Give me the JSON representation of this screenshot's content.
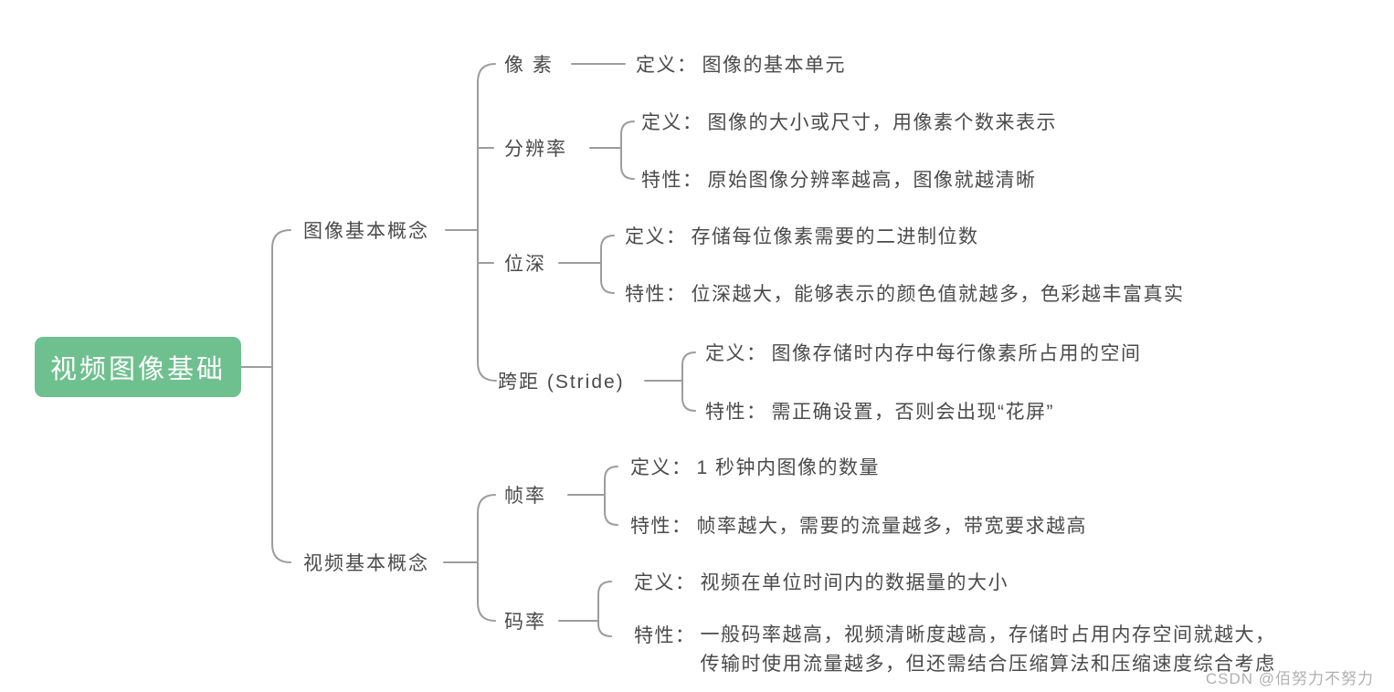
{
  "root": {
    "label": "视频图像基础"
  },
  "branches": [
    {
      "label": "图像基本概念",
      "children": [
        {
          "label": "像 素",
          "items": [
            {
              "k": "定义：",
              "v": "图像的基本单元"
            }
          ]
        },
        {
          "label": "分辨率",
          "items": [
            {
              "k": "定义：",
              "v": "图像的大小或尺寸，用像素个数来表示"
            },
            {
              "k": "特性：",
              "v": "原始图像分辨率越高，图像就越清晰"
            }
          ]
        },
        {
          "label": "位深",
          "items": [
            {
              "k": "定义：",
              "v": "存储每位像素需要的二进制位数"
            },
            {
              "k": "特性：",
              "v": "位深越大，能够表示的颜色值就越多，色彩越丰富真实"
            }
          ]
        },
        {
          "label": "跨距 (Stride)",
          "items": [
            {
              "k": "定义：",
              "v": "图像存储时内存中每行像素所占用的空间"
            },
            {
              "k": "特性：",
              "v": "需正确设置，否则会出现“花屏”"
            }
          ]
        }
      ]
    },
    {
      "label": "视频基本概念",
      "children": [
        {
          "label": "帧率",
          "items": [
            {
              "k": "定义：",
              "v": "1 秒钟内图像的数量"
            },
            {
              "k": "特性：",
              "v": "帧率越大，需要的流量越多，带宽要求越高"
            }
          ]
        },
        {
          "label": "码率",
          "items": [
            {
              "k": "定义：",
              "v": "视频在单位时间内的数据量的大小"
            },
            {
              "k": "特性：",
              "v": "一般码率越高，视频清晰度越高，存储时占用内存空间就越大，\n传输时使用流量越多，但还需结合压缩算法和压缩速度综合考虑"
            }
          ]
        }
      ]
    }
  ],
  "watermark": {
    "text": "CSDN @佰努力不努力"
  },
  "colors": {
    "node-green": "#6fc08f",
    "line": "#9c9c9c",
    "text": "#4b4b4b",
    "root-text": "#ffffff",
    "watermark": "#9b9b9b"
  }
}
